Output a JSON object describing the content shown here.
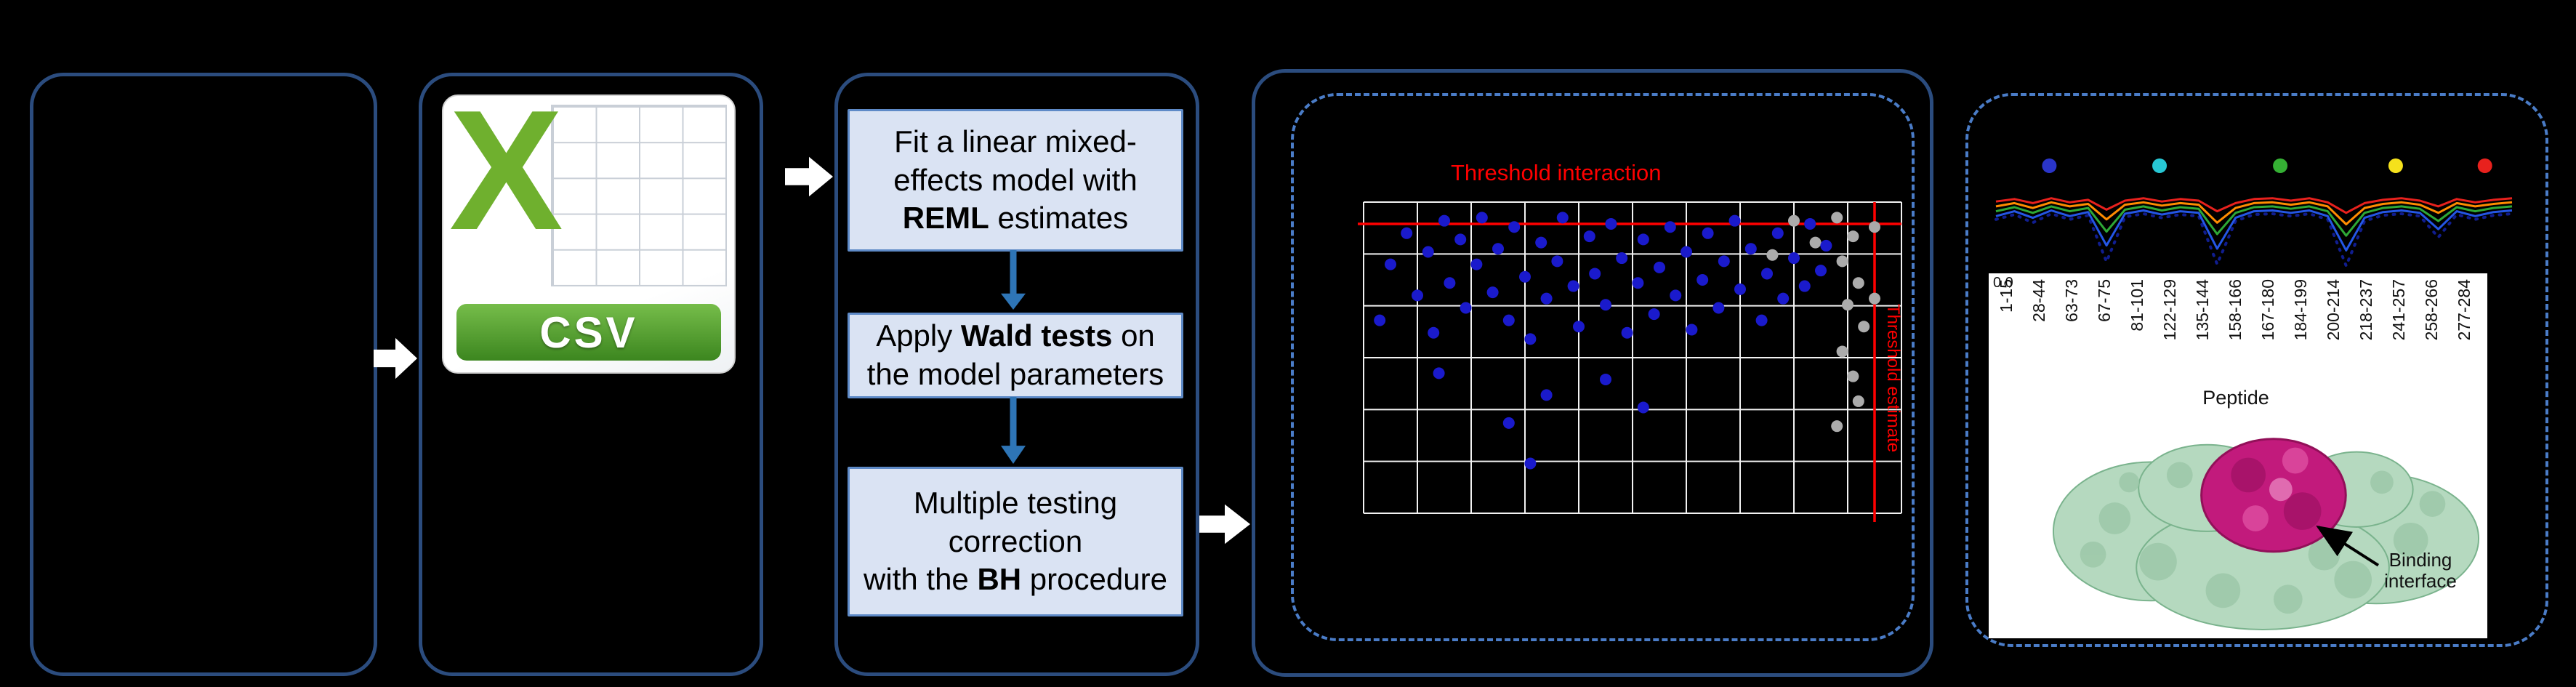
{
  "diagram": {
    "csv_icon": {
      "letter": "X",
      "label": "CSV"
    },
    "steps": [
      {
        "pre": "Fit a linear mixed-\neffects model with\n",
        "bold": "REML",
        "post": " estimates"
      },
      {
        "pre": "Apply ",
        "bold": "Wald tests",
        "post": " on\nthe model parameters"
      },
      {
        "pre": "Multiple testing\ncorrection\nwith the ",
        "bold": "BH",
        "post": " procedure"
      }
    ]
  },
  "scatter": {
    "title": "Threshold interaction",
    "side_label": "Threshold estimate",
    "grid_cols": 10,
    "grid_rows": 6,
    "grid_color": "#f2f2f2",
    "threshold_color": "#ff0000",
    "threshold_y_pct": 7,
    "threshold_x_pct": 95,
    "point_color_sig": "#1a1acc",
    "point_color_ns": "#ababab",
    "points_blue": [
      [
        3,
        38
      ],
      [
        5,
        20
      ],
      [
        8,
        10
      ],
      [
        10,
        30
      ],
      [
        12,
        16
      ],
      [
        13,
        42
      ],
      [
        15,
        6
      ],
      [
        16,
        26
      ],
      [
        18,
        12
      ],
      [
        19,
        34
      ],
      [
        21,
        20
      ],
      [
        22,
        5
      ],
      [
        24,
        29
      ],
      [
        25,
        15
      ],
      [
        27,
        38
      ],
      [
        28,
        8
      ],
      [
        30,
        24
      ],
      [
        31,
        44
      ],
      [
        33,
        13
      ],
      [
        34,
        31
      ],
      [
        36,
        19
      ],
      [
        37,
        5
      ],
      [
        39,
        27
      ],
      [
        40,
        40
      ],
      [
        42,
        11
      ],
      [
        43,
        23
      ],
      [
        45,
        33
      ],
      [
        46,
        7
      ],
      [
        48,
        18
      ],
      [
        49,
        42
      ],
      [
        51,
        26
      ],
      [
        52,
        12
      ],
      [
        54,
        36
      ],
      [
        55,
        21
      ],
      [
        57,
        8
      ],
      [
        58,
        30
      ],
      [
        60,
        16
      ],
      [
        61,
        41
      ],
      [
        63,
        25
      ],
      [
        64,
        10
      ],
      [
        66,
        34
      ],
      [
        67,
        19
      ],
      [
        69,
        6
      ],
      [
        70,
        28
      ],
      [
        72,
        15
      ],
      [
        74,
        38
      ],
      [
        75,
        23
      ],
      [
        77,
        10
      ],
      [
        78,
        31
      ],
      [
        80,
        18
      ],
      [
        82,
        27
      ],
      [
        83,
        7
      ],
      [
        85,
        22
      ],
      [
        86,
        14
      ],
      [
        34,
        62
      ],
      [
        45,
        57
      ],
      [
        27,
        71
      ],
      [
        31,
        84
      ],
      [
        52,
        66
      ],
      [
        14,
        55
      ]
    ],
    "points_gray": [
      [
        88,
        5
      ],
      [
        91,
        11
      ],
      [
        89,
        19
      ],
      [
        92,
        26
      ],
      [
        90,
        33
      ],
      [
        93,
        40
      ],
      [
        89,
        48
      ],
      [
        91,
        56
      ],
      [
        92,
        64
      ],
      [
        88,
        72
      ],
      [
        95,
        8
      ],
      [
        84,
        13
      ],
      [
        80,
        6
      ],
      [
        76,
        17
      ],
      [
        95,
        31
      ]
    ]
  },
  "profile": {
    "y_tick": "0.0",
    "x_label": "Peptide",
    "annotation": "Binding interface",
    "x_ticks": [
      "1-15",
      "28-44",
      "63-73",
      "67-75",
      "81-101",
      "122-129",
      "135-144",
      "158-166",
      "167-180",
      "184-199",
      "200-214",
      "218-237",
      "241-257",
      "258-266",
      "277-284"
    ],
    "dots": [
      {
        "x_pct": 11,
        "color": "#2a35c9"
      },
      {
        "x_pct": 32,
        "color": "#27c7d4"
      },
      {
        "x_pct": 55,
        "color": "#35b034"
      },
      {
        "x_pct": 77,
        "color": "#f5e11c"
      },
      {
        "x_pct": 94,
        "color": "#e8211d"
      }
    ],
    "series": [
      {
        "name": "navy",
        "color": "#101d8f",
        "style": "dotted",
        "values": [
          40,
          34,
          44,
          33,
          40,
          35,
          92,
          37,
          33,
          38,
          34,
          36,
          95,
          42,
          34,
          33,
          36,
          33,
          40,
          97,
          42,
          35,
          33,
          36,
          62,
          34,
          40,
          35,
          33
        ]
      },
      {
        "name": "blue",
        "color": "#2456e5",
        "style": "solid",
        "values": [
          36,
          30,
          38,
          29,
          36,
          31,
          72,
          33,
          29,
          34,
          30,
          32,
          76,
          38,
          30,
          29,
          32,
          29,
          36,
          78,
          38,
          31,
          29,
          32,
          52,
          30,
          36,
          31,
          29
        ]
      },
      {
        "name": "green",
        "color": "#2ea836",
        "style": "solid",
        "values": [
          30,
          25,
          32,
          24,
          30,
          26,
          55,
          28,
          24,
          29,
          25,
          27,
          58,
          32,
          25,
          24,
          27,
          24,
          30,
          60,
          32,
          26,
          24,
          27,
          42,
          25,
          30,
          26,
          24
        ]
      },
      {
        "name": "orange",
        "color": "#ff8c00",
        "style": "solid",
        "values": [
          24,
          20,
          26,
          19,
          24,
          21,
          40,
          22,
          19,
          23,
          20,
          22,
          44,
          26,
          20,
          19,
          22,
          19,
          24,
          46,
          26,
          21,
          19,
          22,
          32,
          20,
          24,
          21,
          19
        ]
      },
      {
        "name": "red",
        "color": "#e8211d",
        "style": "solid",
        "values": [
          18,
          15,
          20,
          14,
          19,
          16,
          28,
          17,
          14,
          18,
          15,
          17,
          30,
          20,
          15,
          14,
          17,
          14,
          19,
          32,
          20,
          16,
          14,
          17,
          24,
          15,
          19,
          16,
          14
        ]
      }
    ]
  },
  "colors": {
    "background": "#000000",
    "panel_border": "#2b4c7e",
    "dashed_border": "#4a7cc7",
    "step_fill": "#dae3f3",
    "step_border": "#5e8ac7",
    "arrow_white": "#ffffff",
    "arrow_blue": "#2e75b6",
    "csv_green": "#6fb02e",
    "banner_green": "#4f9a2e",
    "threshold_red": "#ff0000",
    "protein_green": "#b5d9bf",
    "protein_magenta": "#c21a7c"
  }
}
